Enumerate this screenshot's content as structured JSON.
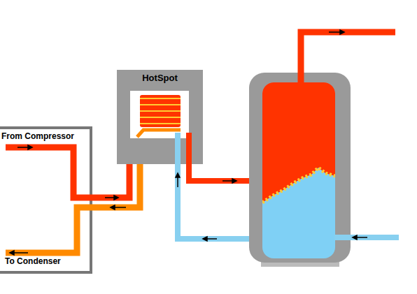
{
  "diagram": {
    "nodes": [
      {
        "text": [
          "HotSpot"
        ]
      }
    ],
    "labels": [
      "From Compressor",
      "To Condenser"
    ]
  }
}
